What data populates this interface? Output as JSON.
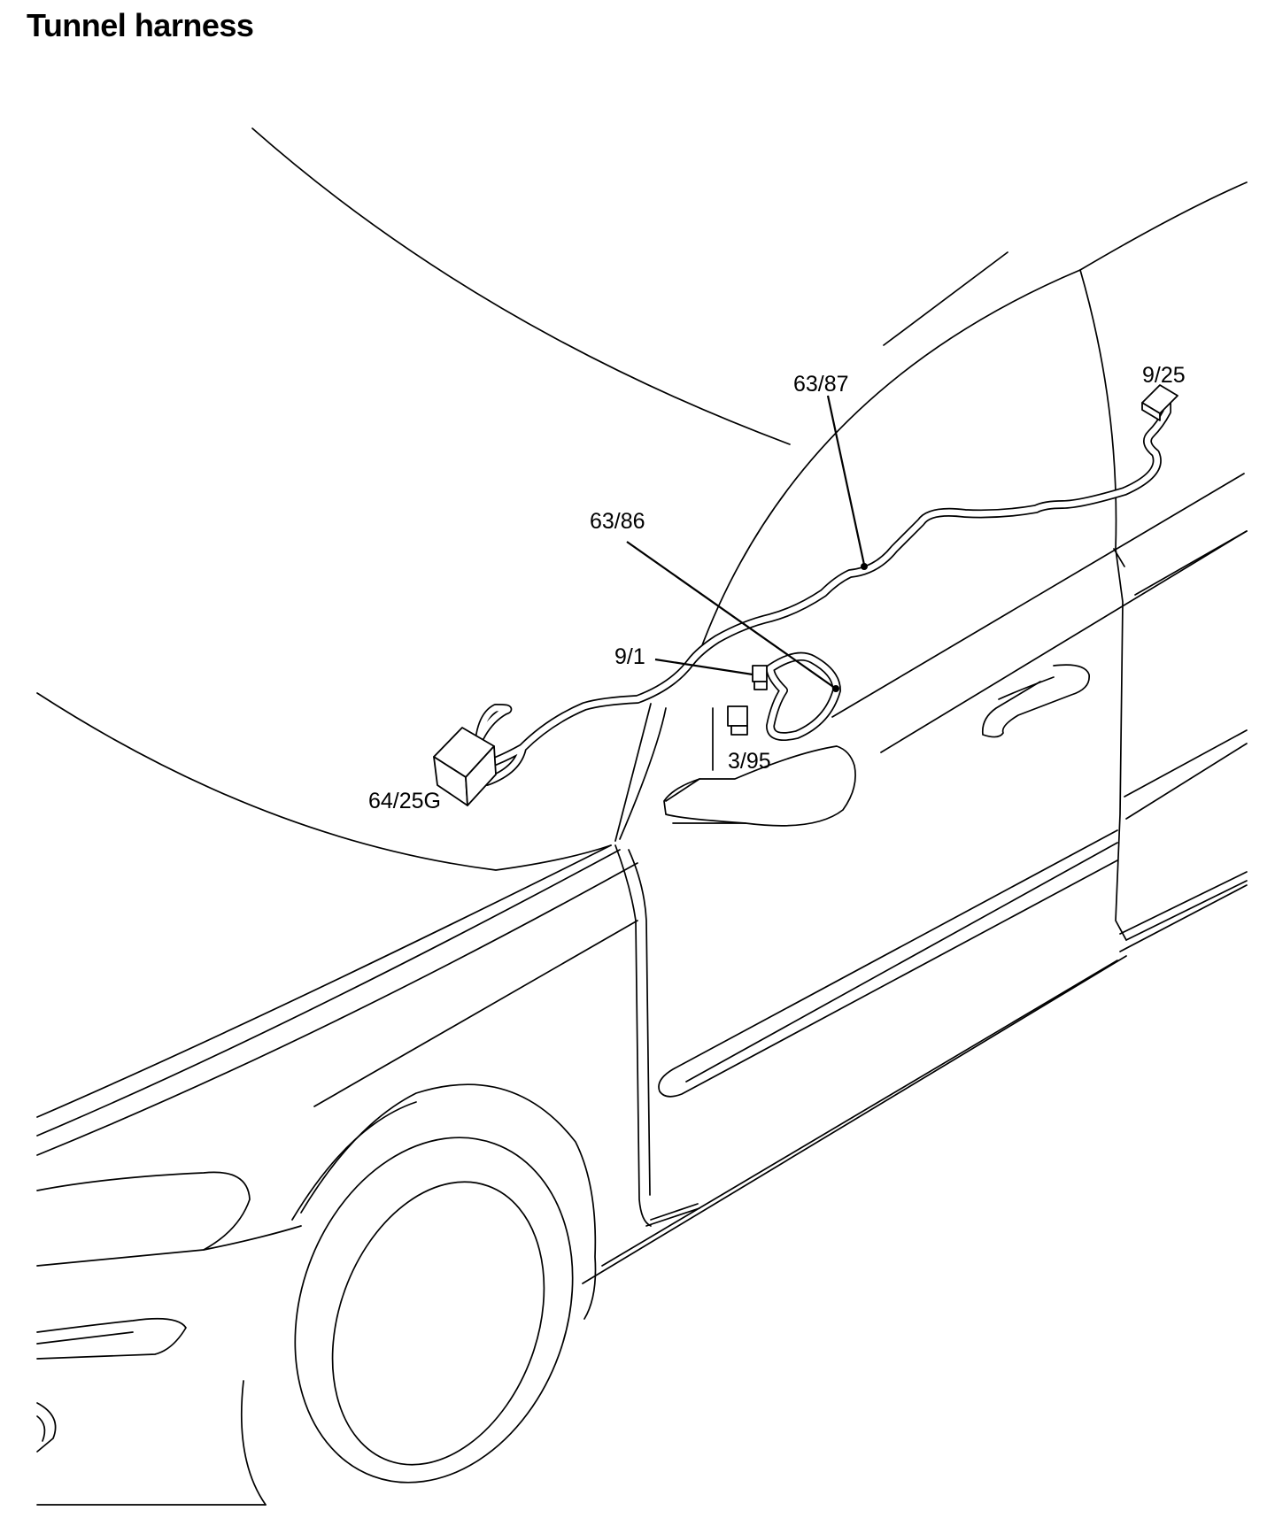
{
  "title": "Tunnel harness",
  "labels": {
    "c63_87": "63/87",
    "c9_25": "9/25",
    "c63_86": "63/86",
    "c9_1": "9/1",
    "c3_95": "3/95",
    "c64_25g": "64/25G"
  }
}
